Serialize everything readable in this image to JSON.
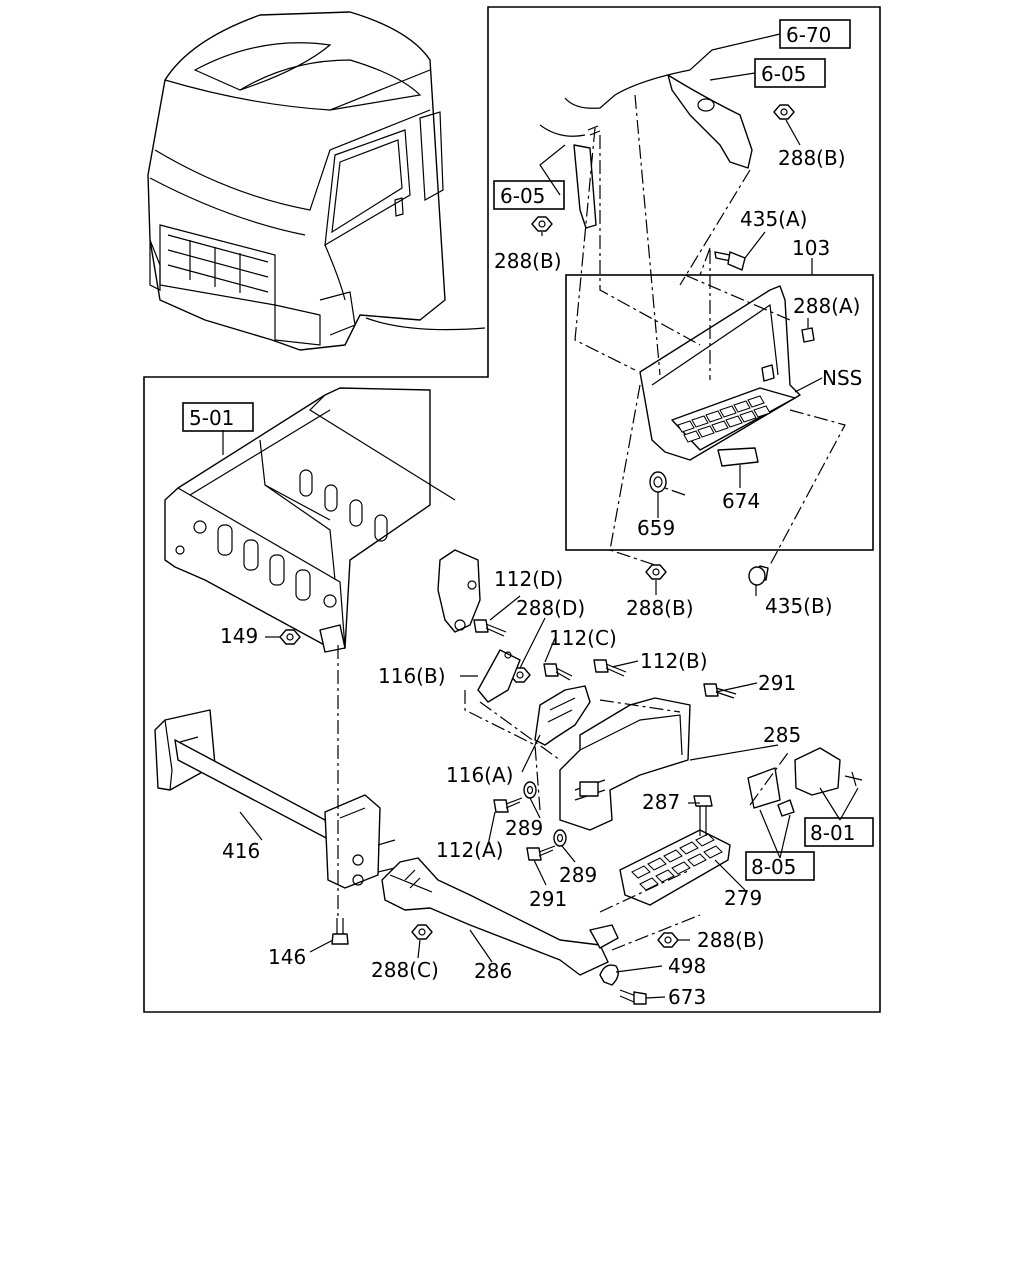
{
  "callouts": [
    {
      "key": "6-70",
      "text": "6-70"
    },
    {
      "key": "6-05a",
      "text": "6-05"
    },
    {
      "key": "288B1",
      "text": "288(B)"
    },
    {
      "key": "6-05b",
      "text": "6-05"
    },
    {
      "key": "288B2",
      "text": "288(B)"
    },
    {
      "key": "435A",
      "text": "435(A)"
    },
    {
      "key": "103",
      "text": "103"
    },
    {
      "key": "288A",
      "text": "288(A)"
    },
    {
      "key": "NSS",
      "text": "NSS"
    },
    {
      "key": "674",
      "text": "674"
    },
    {
      "key": "659",
      "text": "659"
    },
    {
      "key": "288B3",
      "text": "288(B)"
    },
    {
      "key": "435B",
      "text": "435(B)"
    },
    {
      "key": "5-01",
      "text": "5-01"
    },
    {
      "key": "112D",
      "text": "112(D)"
    },
    {
      "key": "288D",
      "text": "288(D)"
    },
    {
      "key": "149",
      "text": "149"
    },
    {
      "key": "112C",
      "text": "112(C)"
    },
    {
      "key": "112B",
      "text": "112(B)"
    },
    {
      "key": "116B",
      "text": "116(B)"
    },
    {
      "key": "291a",
      "text": "291"
    },
    {
      "key": "285",
      "text": "285"
    },
    {
      "key": "116A",
      "text": "116(A)"
    },
    {
      "key": "287",
      "text": "287"
    },
    {
      "key": "289a",
      "text": "289"
    },
    {
      "key": "8-01",
      "text": "8-01"
    },
    {
      "key": "112A",
      "text": "112(A)"
    },
    {
      "key": "416",
      "text": "416"
    },
    {
      "key": "289b",
      "text": "289"
    },
    {
      "key": "8-05",
      "text": "8-05"
    },
    {
      "key": "291b",
      "text": "291"
    },
    {
      "key": "279",
      "text": "279"
    },
    {
      "key": "288B4",
      "text": "288(B)"
    },
    {
      "key": "146",
      "text": "146"
    },
    {
      "key": "288C",
      "text": "288(C)"
    },
    {
      "key": "286",
      "text": "286"
    },
    {
      "key": "498",
      "text": "498"
    },
    {
      "key": "673",
      "text": "673"
    }
  ]
}
